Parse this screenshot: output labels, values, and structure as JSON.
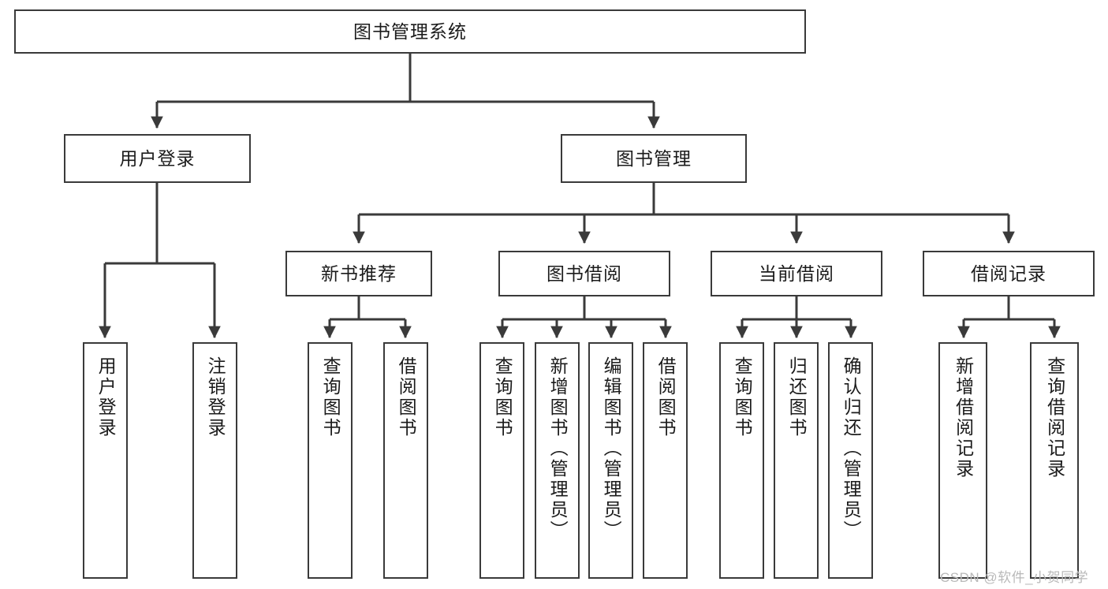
{
  "diagram": {
    "title": "图书管理系统",
    "type": "hierarchy-tree",
    "root": {
      "label": "图书管理系统"
    },
    "level2": [
      {
        "label": "用户登录"
      },
      {
        "label": "图书管理"
      }
    ],
    "level3": [
      {
        "label": "新书推荐"
      },
      {
        "label": "图书借阅"
      },
      {
        "label": "当前借阅"
      },
      {
        "label": "借阅记录"
      }
    ],
    "leaves": {
      "user_login": [
        {
          "label": "用户登录"
        },
        {
          "label": "注销登录"
        }
      ],
      "new_book_recommend": [
        {
          "label": "查询图书"
        },
        {
          "label": "借阅图书"
        }
      ],
      "book_borrow": [
        {
          "label": "查询图书"
        },
        {
          "label": "新增图书（管理员）"
        },
        {
          "label": "编辑图书（管理员）"
        },
        {
          "label": "借阅图书"
        }
      ],
      "current_borrow": [
        {
          "label": "查询图书"
        },
        {
          "label": "归还图书"
        },
        {
          "label": "确认归还（管理员）"
        }
      ],
      "borrow_record": [
        {
          "label": "新增借阅记录"
        },
        {
          "label": "查询借阅记录"
        }
      ]
    },
    "colors": {
      "box_border": "#3a3a3a",
      "edge": "#3a3a3a",
      "background": "#ffffff",
      "text": "#1b1b1b",
      "watermark": "#b9b9b9"
    }
  },
  "watermark": {
    "text": "CSDN @软件_小贺同学"
  }
}
